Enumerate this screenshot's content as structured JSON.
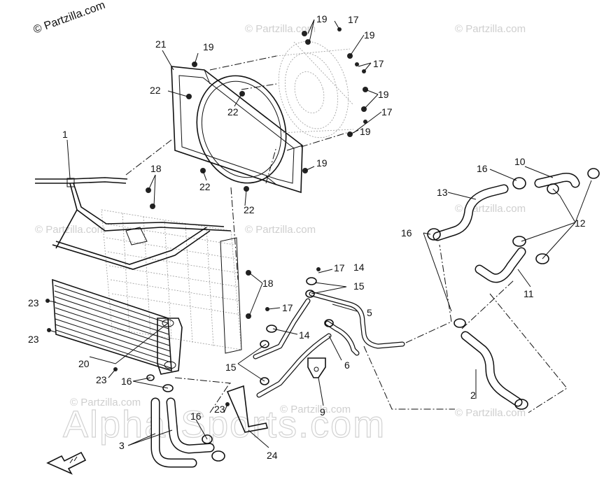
{
  "copyright": "© Partzilla.com",
  "watermark_small": "© Partzilla.com",
  "watermark_large": "Alpha-Sports.com",
  "callouts": [
    {
      "id": "c1",
      "text": "1"
    },
    {
      "id": "c2",
      "text": "2"
    },
    {
      "id": "c3",
      "text": "3"
    },
    {
      "id": "c5",
      "text": "5"
    },
    {
      "id": "c6",
      "text": "6"
    },
    {
      "id": "c9",
      "text": "9"
    },
    {
      "id": "c10",
      "text": "10"
    },
    {
      "id": "c11",
      "text": "11"
    },
    {
      "id": "c12",
      "text": "12"
    },
    {
      "id": "c13",
      "text": "13"
    },
    {
      "id": "c14a",
      "text": "14"
    },
    {
      "id": "c14b",
      "text": "14"
    },
    {
      "id": "c15a",
      "text": "15"
    },
    {
      "id": "c15b",
      "text": "15"
    },
    {
      "id": "c16a",
      "text": "16"
    },
    {
      "id": "c16b",
      "text": "16"
    },
    {
      "id": "c16c",
      "text": "16"
    },
    {
      "id": "c16d",
      "text": "16"
    },
    {
      "id": "c17a",
      "text": "17"
    },
    {
      "id": "c17b",
      "text": "17"
    },
    {
      "id": "c17c",
      "text": "17"
    },
    {
      "id": "c17d",
      "text": "17"
    },
    {
      "id": "c17e",
      "text": "17"
    },
    {
      "id": "c18a",
      "text": "18"
    },
    {
      "id": "c18b",
      "text": "18"
    },
    {
      "id": "c19a",
      "text": "19"
    },
    {
      "id": "c19b",
      "text": "19"
    },
    {
      "id": "c19c",
      "text": "19"
    },
    {
      "id": "c19d",
      "text": "19"
    },
    {
      "id": "c19e",
      "text": "19"
    },
    {
      "id": "c19f",
      "text": "19"
    },
    {
      "id": "c20",
      "text": "20"
    },
    {
      "id": "c21",
      "text": "21"
    },
    {
      "id": "c22a",
      "text": "22"
    },
    {
      "id": "c22b",
      "text": "22"
    },
    {
      "id": "c22c",
      "text": "22"
    },
    {
      "id": "c22d",
      "text": "22"
    },
    {
      "id": "c23a",
      "text": "23"
    },
    {
      "id": "c23b",
      "text": "23"
    },
    {
      "id": "c23c",
      "text": "23"
    },
    {
      "id": "c23d",
      "text": "23"
    },
    {
      "id": "c24",
      "text": "24"
    }
  ]
}
